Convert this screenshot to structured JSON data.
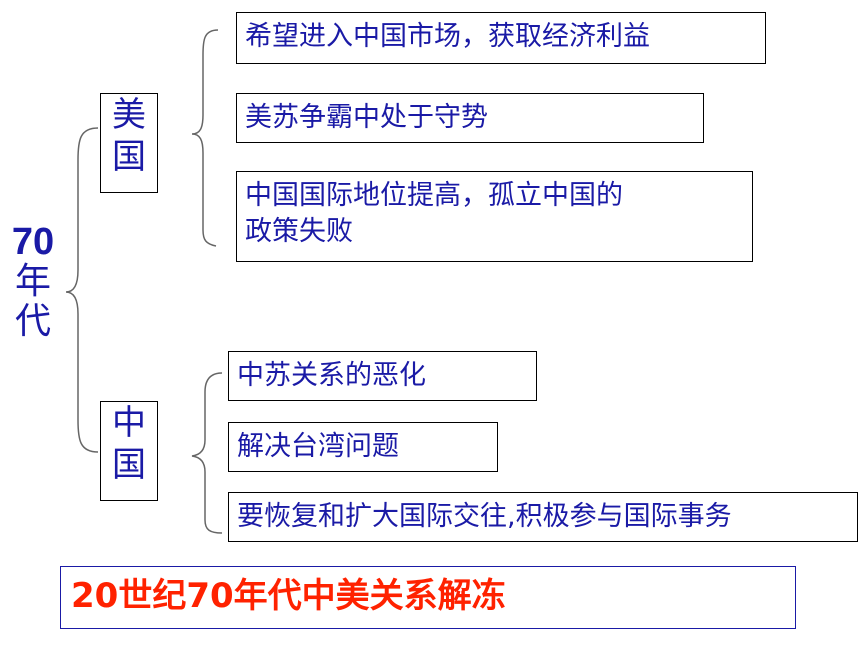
{
  "root": {
    "number": "70",
    "line2": "年",
    "line3": "代"
  },
  "branches": [
    {
      "label": [
        "美",
        "国"
      ],
      "items": [
        "希望进入中国市场，获取经济利益",
        "美苏争霸中处于守势",
        "中国国际地位提高，孤立中国的\n政策失败"
      ]
    },
    {
      "label": [
        "中",
        "国"
      ],
      "items": [
        "中苏关系的恶化",
        "解决台湾问题",
        "要恢复和扩大国际交往,积极参与国际事务"
      ]
    }
  ],
  "conclusion": "20世纪70年代中美关系解冻",
  "colors": {
    "text": "#1a1aa6",
    "highlight": "#ff2200",
    "lines": "#666666"
  }
}
